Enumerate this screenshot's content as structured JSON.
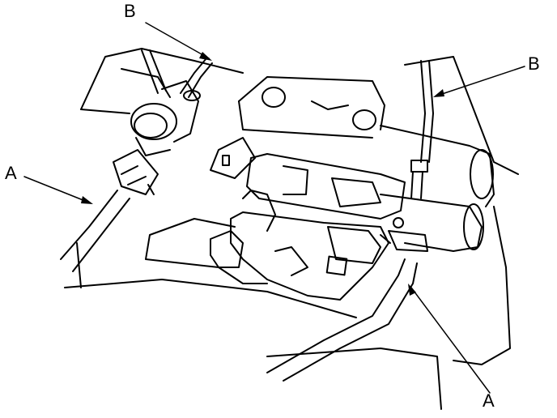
{
  "diagram": {
    "colors": {
      "line": "#000000",
      "background": "#ffffff"
    },
    "callouts": [
      {
        "id": "b-top",
        "label": "B"
      },
      {
        "id": "b-right",
        "label": "B"
      },
      {
        "id": "a-left",
        "label": "A"
      },
      {
        "id": "a-bottom",
        "label": "A"
      }
    ]
  }
}
